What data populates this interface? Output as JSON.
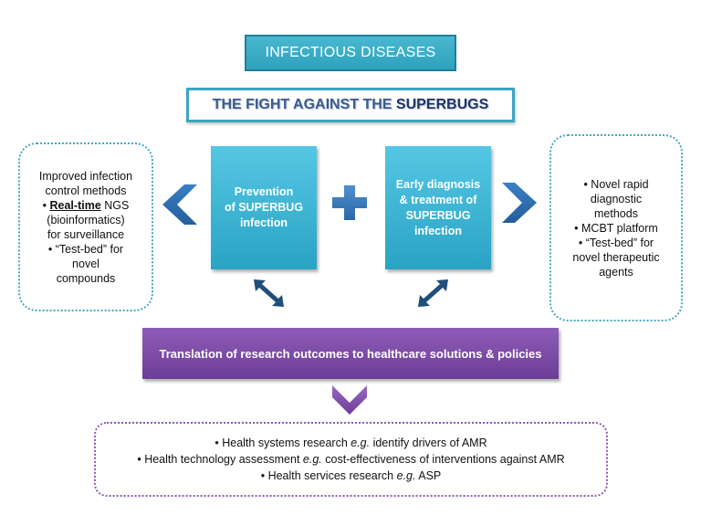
{
  "header": {
    "title": "INFECTIOUS DISEASES"
  },
  "subheader": {
    "part1": "THE FIGHT AGAINST THE ",
    "part2": "SUPERBUGS"
  },
  "left_box": {
    "line1": "Improved infection",
    "line2": "control methods",
    "bullet1_strong": "Real-time",
    "bullet1_rest": " NGS",
    "line4": "(bioinformatics)",
    "line5": "for surveillance",
    "bullet2": "• “Test-bed” for",
    "line7": "novel",
    "line8": "compounds"
  },
  "prevention_box": {
    "line1": "Prevention",
    "line2": "of SUPERBUG",
    "line3": "infection"
  },
  "diagnosis_box": {
    "line1": "Early diagnosis",
    "line2": "& treatment of",
    "line3": "SUPERBUG",
    "line4": "infection"
  },
  "right_box": {
    "line1": "• Novel rapid",
    "line2": "diagnostic",
    "line3": "methods",
    "line4": "• MCBT platform",
    "line5": "• “Test-bed” for",
    "line6": "novel therapeutic",
    "line7": "agents"
  },
  "translation_bar": {
    "text": "Translation of research outcomes to healthcare solutions & policies"
  },
  "bottom_box": {
    "item1_prefix": "• Health systems research ",
    "item1_eg": "e.g.",
    "item1_suffix": " identify drivers of AMR",
    "item2_prefix": "• Health technology assessment ",
    "item2_eg": "e.g.",
    "item2_suffix": " cost-effectiveness of interventions against AMR",
    "item3_prefix": "• Health services research ",
    "item3_eg": "e.g.",
    "item3_suffix": " ASP"
  },
  "colors": {
    "teal": "#2fa2bd",
    "blue_box": "#2aa3c4",
    "purple": "#6c3d96",
    "navy_arrow": "#1f4e79"
  }
}
